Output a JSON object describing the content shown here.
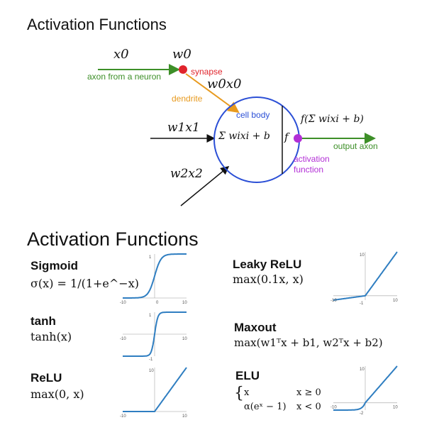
{
  "diagram": {
    "title": "Activation Functions",
    "labels": {
      "x0": "x0",
      "w0": "w0",
      "synapse": "synapse",
      "axon_from_neuron": "axon from a neuron",
      "w0x0": "w0x0",
      "dendrite": "dendrite",
      "cell_body": "cell body",
      "w1x1": "w1x1",
      "w2x2": "w2x2",
      "sum_expr": "Σ wixi + b",
      "f": "f",
      "output_expr": "f(Σ wixi + b)",
      "output_axon": "output axon",
      "activation_function": "activation function"
    },
    "colors": {
      "green": "#3d8f28",
      "red": "#e0242c",
      "orange": "#e89a1e",
      "blue": "#2b4fd6",
      "purple": "#b22fd6"
    }
  },
  "functions_section": {
    "title": "Activation Functions",
    "items": [
      {
        "name": "Sigmoid",
        "formula": "σ(x) = 1/(1+e^−x)"
      },
      {
        "name": "tanh",
        "formula": "tanh(x)"
      },
      {
        "name": "ReLU",
        "formula": "max(0, x)"
      },
      {
        "name": "Leaky ReLU",
        "formula": "max(0.1x, x)"
      },
      {
        "name": "Maxout",
        "formula": "max(w1ᵀx + b1, w2ᵀx + b2)"
      },
      {
        "name": "ELU",
        "formula_case1": "x",
        "cond1": "x ≥ 0",
        "formula_case2": "α(eˣ − 1)",
        "cond2": "x < 0"
      }
    ],
    "plot_ticks": {
      "sigmoid": {
        "xmin": "-10",
        "xmax": "10",
        "ymax": "1",
        "zero": "0"
      },
      "tanh": {
        "xmin": "-10",
        "xmax": "10",
        "ymax": "1",
        "ymin": "-1"
      },
      "relu": {
        "xmin": "-10",
        "xmax": "10",
        "ymax": "10"
      },
      "leaky": {
        "xmin": "-10",
        "xmax": "10",
        "ymax": "10",
        "ymin": "-1"
      },
      "elu": {
        "xmin": "-10",
        "xmax": "10",
        "ymax": "10",
        "ymin": "-2"
      }
    },
    "line_color": "#2f7ec1"
  }
}
